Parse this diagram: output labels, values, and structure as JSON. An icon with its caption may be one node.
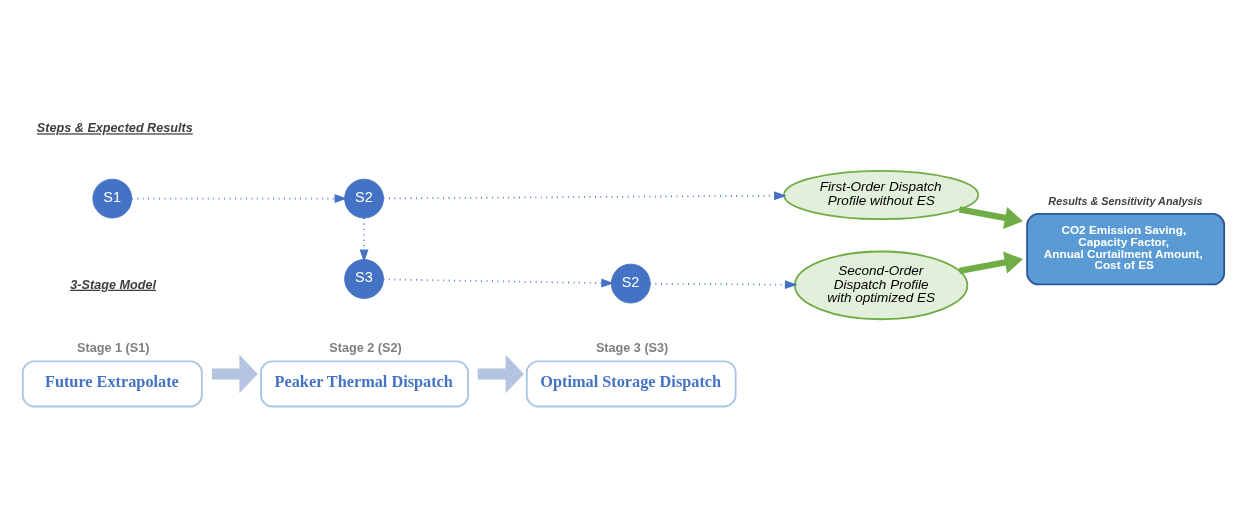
{
  "diagram": {
    "nodes": [
      {
        "text": [
          "Stage 1 (S1)",
          "Future Extrapolate"
        ]
      },
      {
        "text": [
          "Stage 2 (S2)",
          "Peaker Thermal Dispatch"
        ]
      },
      {
        "text": [
          "Stage 3 (S3)",
          "Optimal Storage Dispatch"
        ]
      },
      {
        "text": [
          "S1"
        ]
      },
      {
        "text": [
          "S2"
        ]
      },
      {
        "text": [
          "First-Order Dispatch Profile without ES"
        ]
      },
      {
        "text": [
          "Results & Sensitivity Analysis",
          "CO2 Emission Saving, Capacity Factor, Annual Curtailment Amount, Cost of ES"
        ]
      },
      {
        "text": [
          "S3"
        ]
      },
      {
        "text": [
          "S2"
        ]
      },
      {
        "text": [
          "Second-Order Dispatch Profile with optimized ES"
        ]
      }
    ],
    "edges": [
      {
        "from": 0,
        "to": 1,
        "arrow": "to",
        "style": "thick",
        "color": "#b4c3e0"
      },
      {
        "from": 1,
        "to": 2,
        "arrow": "to",
        "style": "thick",
        "color": "#b4c3e0"
      },
      {
        "from": 3,
        "to": 4,
        "arrow": "to",
        "style": "dashed"
      },
      {
        "from": 4,
        "to": 5,
        "arrow": "to",
        "style": "dashed"
      },
      {
        "from": 4,
        "to": 7,
        "arrow": "to",
        "style": "dashed"
      },
      {
        "from": 7,
        "to": 8,
        "arrow": "to",
        "style": "dashed"
      },
      {
        "from": 8,
        "to": 9,
        "arrow": "to",
        "style": "dashed"
      },
      {
        "from": 5,
        "to": 6,
        "arrow": "to",
        "style": "thick",
        "color": "#70ad47"
      },
      {
        "from": 9,
        "to": 6,
        "arrow": "to",
        "style": "thick",
        "color": "#70ad47"
      }
    ],
    "labels": [
      "3-Stage Model",
      "Steps & Expected Results"
    ]
  }
}
